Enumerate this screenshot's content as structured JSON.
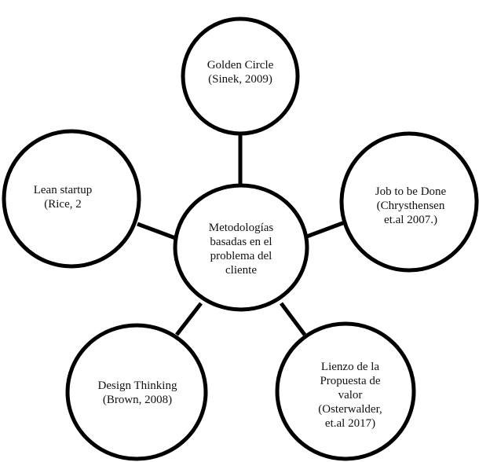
{
  "diagram": {
    "center": {
      "lines": [
        "Metodologías",
        "basadas en el",
        "problema del",
        "cliente"
      ]
    },
    "nodes": [
      {
        "id": "golden-circle",
        "lines": [
          "Golden Circle",
          "(Sinek, 2009)"
        ]
      },
      {
        "id": "lean-startup",
        "lines": [
          "Lean startup",
          "(Rice, 2"
        ]
      },
      {
        "id": "job-to-be-done",
        "lines": [
          "Job to be Done",
          "(Chrysthensen",
          "et.al 2007.)"
        ]
      },
      {
        "id": "design-thinking",
        "lines": [
          "Design Thinking",
          "(Brown, 2008)"
        ]
      },
      {
        "id": "lienzo-propuesta-valor",
        "lines": [
          "Lienzo de la",
          "Propuesta de",
          "valor",
          "(Osterwalder,",
          "et.al 2017)"
        ]
      }
    ],
    "stroke_color": "#000000",
    "fill_color": "#ffffff"
  }
}
